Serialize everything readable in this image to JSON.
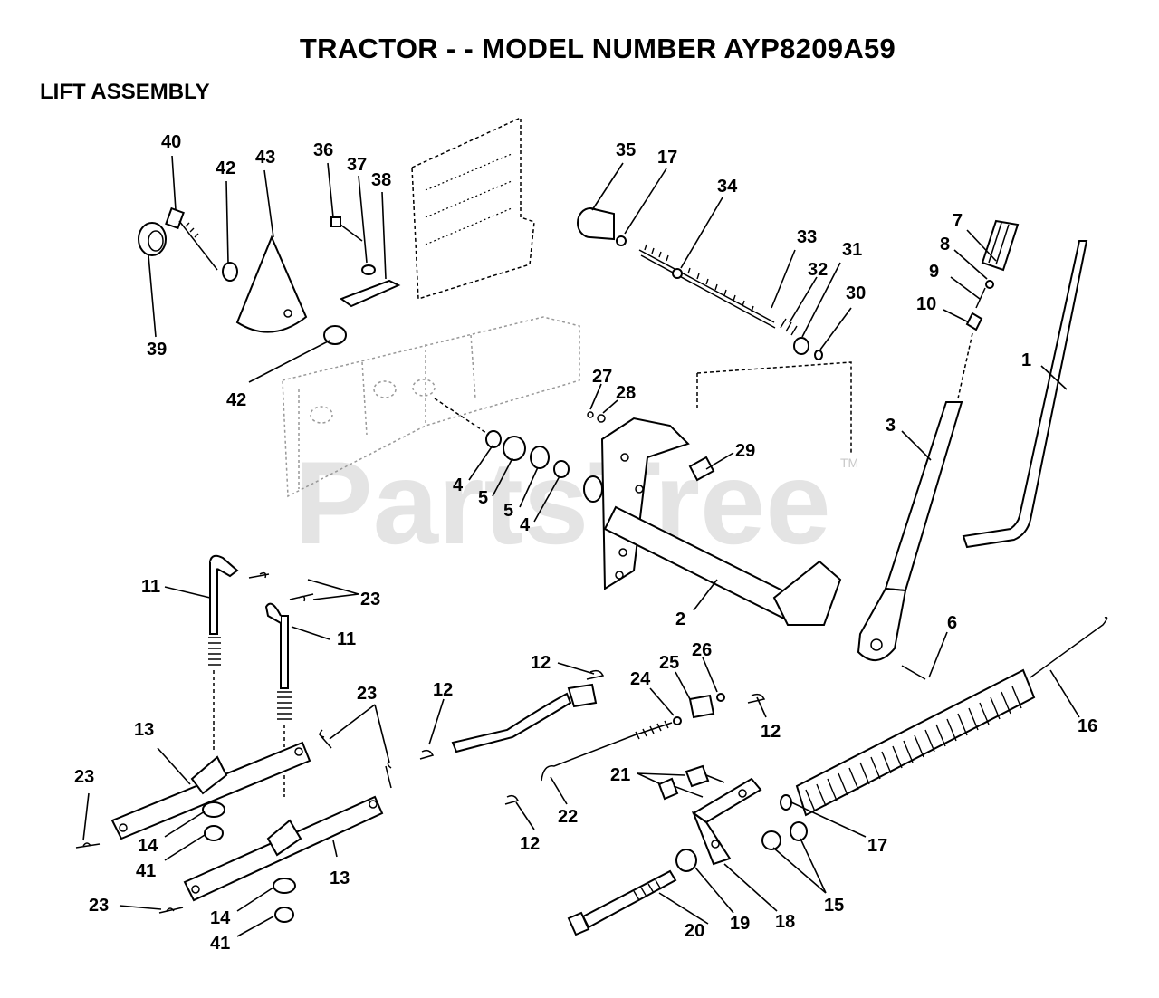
{
  "title": "TRACTOR - - MODEL NUMBER AYP8209A59",
  "section": "LIFT ASSEMBLY",
  "watermark": "PartsTree",
  "trademark": "TM",
  "callouts": [
    {
      "id": "c40",
      "label": "40"
    },
    {
      "id": "c42a",
      "label": "42"
    },
    {
      "id": "c43",
      "label": "43"
    },
    {
      "id": "c36",
      "label": "36"
    },
    {
      "id": "c37",
      "label": "37"
    },
    {
      "id": "c38",
      "label": "38"
    },
    {
      "id": "c39",
      "label": "39"
    },
    {
      "id": "c42b",
      "label": "42"
    },
    {
      "id": "c35",
      "label": "35"
    },
    {
      "id": "c17a",
      "label": "17"
    },
    {
      "id": "c34",
      "label": "34"
    },
    {
      "id": "c33",
      "label": "33"
    },
    {
      "id": "c32",
      "label": "32"
    },
    {
      "id": "c31",
      "label": "31"
    },
    {
      "id": "c30",
      "label": "30"
    },
    {
      "id": "c7",
      "label": "7"
    },
    {
      "id": "c8",
      "label": "8"
    },
    {
      "id": "c9",
      "label": "9"
    },
    {
      "id": "c10",
      "label": "10"
    },
    {
      "id": "c1",
      "label": "1"
    },
    {
      "id": "c3",
      "label": "3"
    },
    {
      "id": "c27",
      "label": "27"
    },
    {
      "id": "c28",
      "label": "28"
    },
    {
      "id": "c29",
      "label": "29"
    },
    {
      "id": "c4a",
      "label": "4"
    },
    {
      "id": "c5a",
      "label": "5"
    },
    {
      "id": "c5b",
      "label": "5"
    },
    {
      "id": "c4b",
      "label": "4"
    },
    {
      "id": "c2",
      "label": "2"
    },
    {
      "id": "c6",
      "label": "6"
    },
    {
      "id": "c11a",
      "label": "11"
    },
    {
      "id": "c23a",
      "label": "23"
    },
    {
      "id": "c11b",
      "label": "11"
    },
    {
      "id": "c12a",
      "label": "12"
    },
    {
      "id": "c26",
      "label": "26"
    },
    {
      "id": "c25",
      "label": "25"
    },
    {
      "id": "c24",
      "label": "24"
    },
    {
      "id": "c12b",
      "label": "12"
    },
    {
      "id": "c12c",
      "label": "12"
    },
    {
      "id": "c16",
      "label": "16"
    },
    {
      "id": "c23b",
      "label": "23"
    },
    {
      "id": "c13a",
      "label": "13"
    },
    {
      "id": "c23c",
      "label": "23"
    },
    {
      "id": "c14a",
      "label": "14"
    },
    {
      "id": "c41a",
      "label": "41"
    },
    {
      "id": "c13b",
      "label": "13"
    },
    {
      "id": "c23d",
      "label": "23"
    },
    {
      "id": "c14b",
      "label": "14"
    },
    {
      "id": "c41b",
      "label": "41"
    },
    {
      "id": "c21",
      "label": "21"
    },
    {
      "id": "c22",
      "label": "22"
    },
    {
      "id": "c12d",
      "label": "12"
    },
    {
      "id": "c17b",
      "label": "17"
    },
    {
      "id": "c15",
      "label": "15"
    },
    {
      "id": "c20",
      "label": "20"
    },
    {
      "id": "c19",
      "label": "19"
    },
    {
      "id": "c18",
      "label": "18"
    }
  ]
}
